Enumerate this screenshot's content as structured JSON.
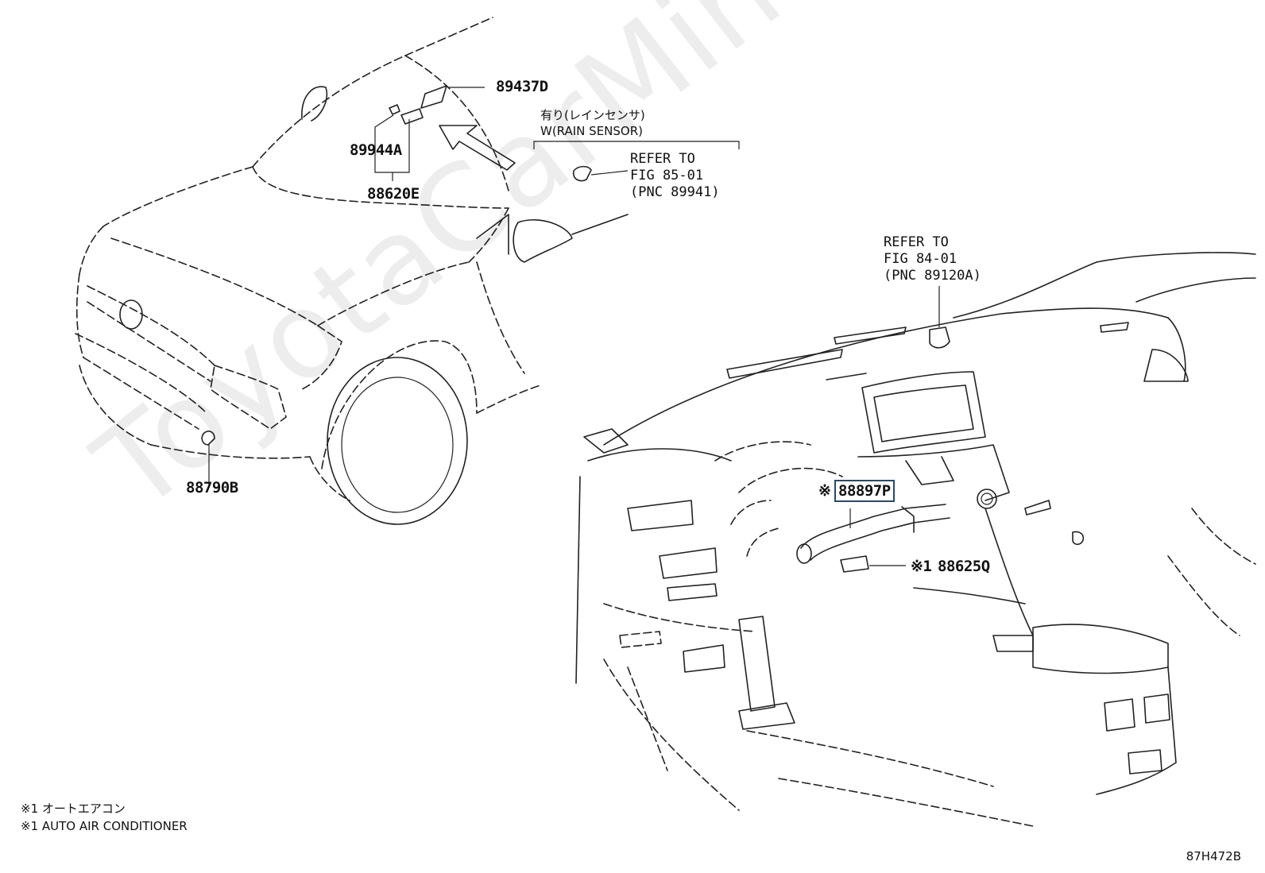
{
  "parts": {
    "p89437D": "89437D",
    "p89944A": "89944A",
    "p88620E": "88620E",
    "p88790B": "88790B",
    "p88897P": "88897P",
    "p88625Q": "88625Q"
  },
  "marks": {
    "note_mark_88897P": "※",
    "note_mark_88625Q": "※1"
  },
  "rain_sensor": {
    "label_jp": "有り(レインセンサ)",
    "label_en": "W(RAIN SENSOR)",
    "ref_line1": "REFER TO",
    "ref_line2": "FIG 85-01",
    "ref_line3": "(PNC 89941)"
  },
  "dash_ref": {
    "ref_line1": "REFER TO",
    "ref_line2": "FIG 84-01",
    "ref_line3": "(PNC 89120A)"
  },
  "notes": {
    "line1": "※1 オートエアコン",
    "line2": "※1 AUTO AIR CONDITIONER"
  },
  "watermark": "ToyotaCarMine.ru",
  "figure_code": "87H472B"
}
